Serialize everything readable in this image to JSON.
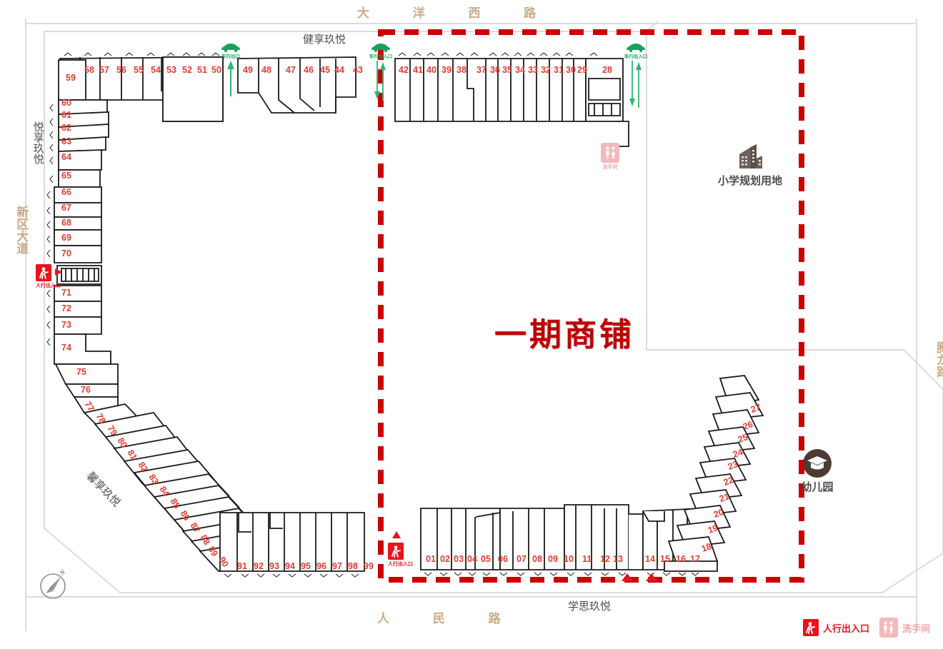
{
  "map": {
    "title": "一期商铺",
    "title_color": "#c00000",
    "boundary_color": "#cc0000",
    "shop_number_color": "#e23b30",
    "road_label_color": "#c9ab86"
  },
  "roads": [
    {
      "name": "road-top",
      "label": "大 洋 西 路",
      "orientation": "horizontal"
    },
    {
      "name": "road-left",
      "label": "新区大道",
      "orientation": "vertical"
    },
    {
      "name": "road-right",
      "label": "腾龙路",
      "orientation": "vertical"
    },
    {
      "name": "road-bottom",
      "label": "人 民 路",
      "orientation": "horizontal"
    }
  ],
  "buildings": [
    {
      "name": "building-jianxiang",
      "label": "健享玖悦"
    },
    {
      "name": "building-yuexiang",
      "label": "悦享玖悦"
    },
    {
      "name": "building-xinxiang",
      "label": "馨享玖悦"
    },
    {
      "name": "building-xuesi",
      "label": "学思玖悦"
    }
  ],
  "pois": [
    {
      "name": "poi-primary-school",
      "label": "小学规划用地",
      "icon": "building-icon"
    },
    {
      "name": "poi-kindergarten",
      "label": "幼儿园",
      "icon": "graduation-cap-icon"
    }
  ],
  "entrances": [
    {
      "name": "vehicle-exit-west",
      "label": "车行出口",
      "icon": "car-icon",
      "arrows": "up"
    },
    {
      "name": "vehicle-gate-center",
      "label": "车行出入口",
      "icon": "car-icon",
      "arrows": "both"
    },
    {
      "name": "vehicle-gate-east",
      "label": "车行出入口",
      "icon": "car-icon",
      "arrows": "both"
    },
    {
      "name": "pedestrian-gate-west",
      "label": "人行出入口",
      "icon": "pedestrian-icon"
    },
    {
      "name": "pedestrian-gate-south",
      "label": "人行出入口",
      "icon": "pedestrian-icon"
    }
  ],
  "restrooms": [
    {
      "name": "restroom-northeast",
      "label": "洗手间",
      "icon": "restroom-icon"
    }
  ],
  "legend": [
    {
      "name": "legend-pedestrian-entrance",
      "label": "人行出入口",
      "icon": "pedestrian-icon",
      "color": "#e8131b"
    },
    {
      "name": "legend-restroom",
      "label": "洗手间",
      "icon": "restroom-icon",
      "color": "#f3b9bd"
    }
  ],
  "compass": {
    "name": "north-compass",
    "label": "N"
  },
  "shops": {
    "north_row_west": [
      "59",
      "58",
      "57",
      "56",
      "55",
      "54",
      "53",
      "52",
      "51",
      "50"
    ],
    "north_row_mid": [
      "49",
      "48",
      "47",
      "46",
      "45",
      "44",
      "43"
    ],
    "north_row_east": [
      "42",
      "41",
      "40",
      "39",
      "38",
      "37",
      "36",
      "35",
      "34",
      "33",
      "32",
      "31",
      "30",
      "29",
      "28"
    ],
    "west_column": [
      "60",
      "61",
      "62",
      "63",
      "64",
      "65",
      "66",
      "67",
      "68",
      "69",
      "70",
      "71",
      "72",
      "73",
      "74",
      "75",
      "76"
    ],
    "southwest_diag": [
      "77",
      "78",
      "79",
      "80",
      "81",
      "82",
      "83",
      "84",
      "85",
      "86",
      "87",
      "88",
      "89",
      "90"
    ],
    "south_row_west": [
      "91",
      "92",
      "93",
      "94",
      "95",
      "96",
      "97",
      "98",
      "99"
    ],
    "south_row_east": [
      "01",
      "02",
      "03",
      "04",
      "05",
      "06",
      "07",
      "08",
      "09",
      "10",
      "11",
      "12",
      "13",
      "14",
      "15",
      "16",
      "17"
    ],
    "east_diag": [
      "18",
      "19",
      "20",
      "21",
      "22",
      "23",
      "24",
      "25",
      "26",
      "27"
    ]
  }
}
